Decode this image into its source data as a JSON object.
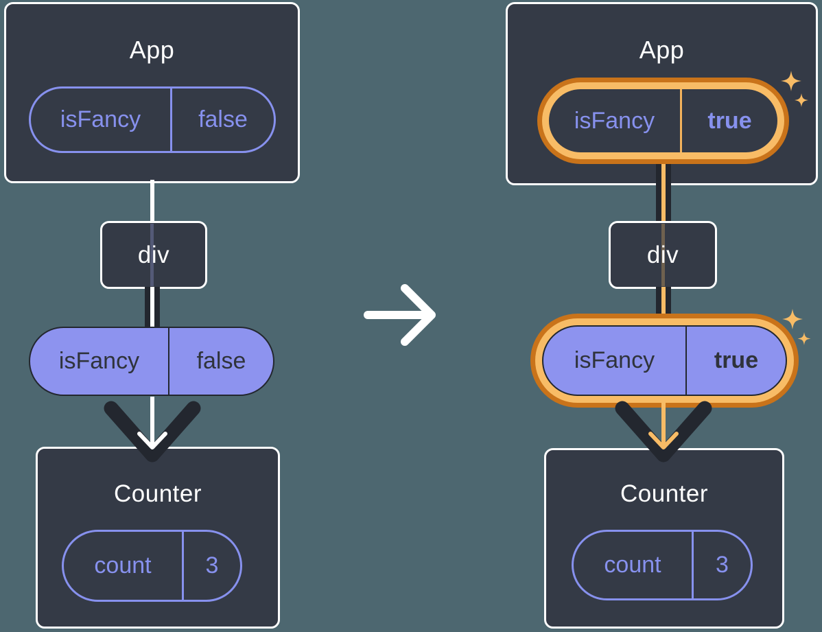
{
  "diagram": {
    "before": {
      "app": {
        "title": "App",
        "prop": {
          "name": "isFancy",
          "value": "false"
        }
      },
      "container": {
        "label": "div"
      },
      "passed_prop": {
        "name": "isFancy",
        "value": "false"
      },
      "counter": {
        "title": "Counter",
        "state": {
          "name": "count",
          "value": "3"
        }
      }
    },
    "after": {
      "app": {
        "title": "App",
        "prop": {
          "name": "isFancy",
          "value": "true"
        }
      },
      "container": {
        "label": "div"
      },
      "passed_prop": {
        "name": "isFancy",
        "value": "true"
      },
      "counter": {
        "title": "Counter",
        "state": {
          "name": "count",
          "value": "3"
        }
      }
    }
  },
  "icons": {
    "transition_arrow": "right-arrow",
    "sparkle": "four-point-sparkle",
    "flow_arrow": "down-chevron-arrow"
  },
  "colors": {
    "background": "#4d6770",
    "node_background": "#343a46",
    "node_border": "#ffffff",
    "accent_purple": "#8791ee",
    "pill_fill_purple": "#8d93ef",
    "dark_text": "#2f333b",
    "arrow_dark": "#23272f",
    "highlight_orange_light": "#f8bc66",
    "highlight_orange_dark": "#c9731a"
  }
}
